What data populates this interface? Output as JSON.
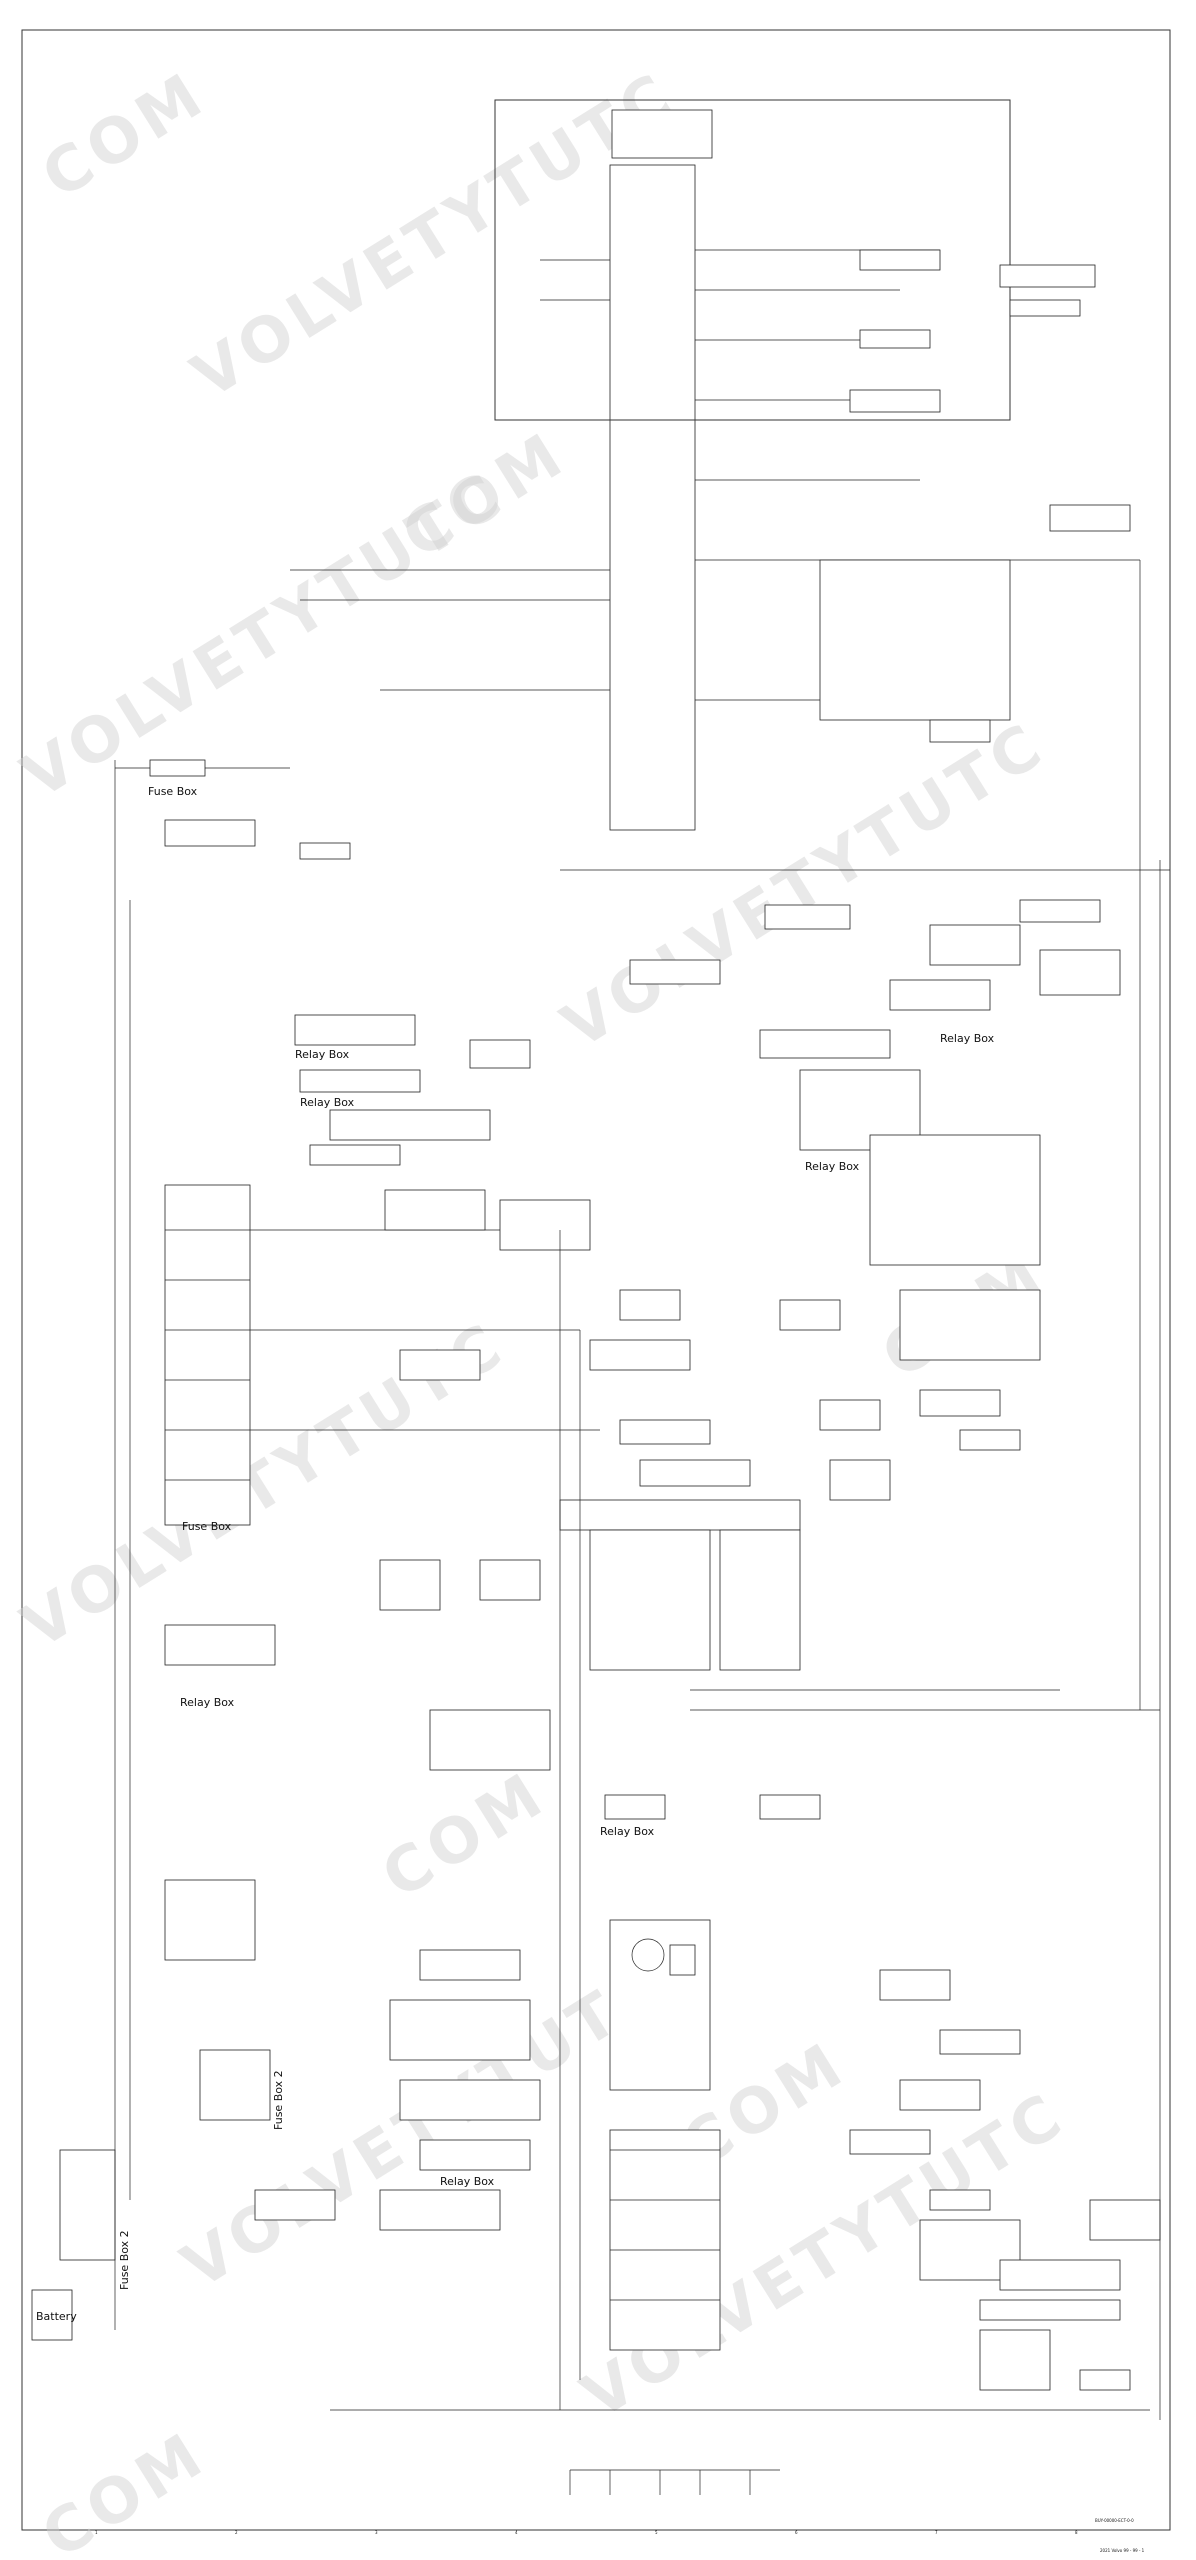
{
  "watermark": {
    "brand": "VOLVETYTUTC",
    "domain": "COM"
  },
  "boxes": {
    "fuse_box_top": "Fuse Box",
    "relay_box_a": "Relay Box",
    "relay_box_b": "Relay Box",
    "relay_box_c": "Relay Box",
    "relay_box_d": "Relay Box",
    "relay_box_e": "Relay Box",
    "relay_box_f": "Relay Box",
    "relay_box_g": "Relay Box",
    "fuse_box_main": "Fuse Box",
    "fuse_box_2": "Fuse Box 2",
    "fuse_box_lower": "Fuse Box 2",
    "battery": "Battery"
  },
  "footer": {
    "page_ref": "BUY-00000-ECT-0-0",
    "page_no": "2021 Volvo 99 - 99 - 1"
  },
  "grid": {
    "cols": [
      "1",
      "2",
      "3",
      "4",
      "5",
      "6",
      "7",
      "8"
    ]
  }
}
